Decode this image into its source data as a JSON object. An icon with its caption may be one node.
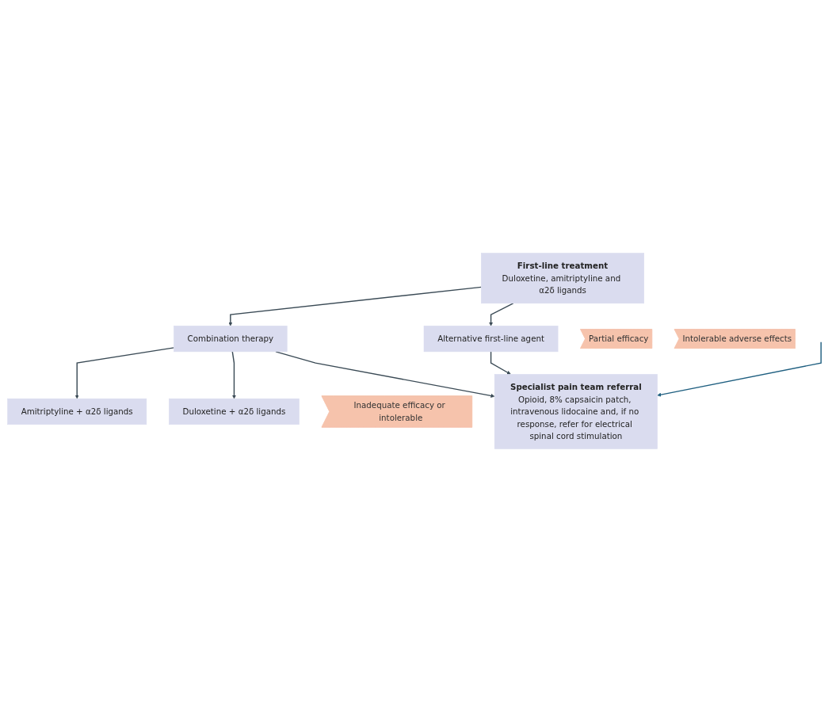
{
  "diagram": {
    "nodes": [
      {
        "text": [
          "First-line treatment",
          "Duloxetine, amitriptyline and α2δ ligands"
        ]
      },
      {
        "text": [
          "Partial efficacy"
        ]
      },
      {
        "text": [
          "Intolerable adverse effects"
        ]
      },
      {
        "text": [
          "Amitriptyline + α2δ ligands"
        ]
      },
      {
        "text": [
          "Combination therapy"
        ]
      },
      {
        "text": [
          "Alternative first-line agent"
        ]
      },
      {
        "text": [
          "Duloxetine + α2δ ligands"
        ]
      },
      {
        "text": [
          "Inadequate efficacy or intolerable"
        ]
      },
      {
        "text": [
          "Specialist pain team referral",
          "Opioid, 8% capsaicin patch, intravenous lidocaine and, if no response, refer for electrical spinal cord stimulation"
        ]
      }
    ],
    "edges": [
      {
        "from": 0,
        "to": 4,
        "arrow": "to"
      },
      {
        "from": 0,
        "to": 5,
        "arrow": "to"
      },
      {
        "from": 4,
        "to": 3,
        "arrow": "to"
      },
      {
        "from": 4,
        "to": 6,
        "arrow": "to"
      },
      {
        "from": 4,
        "to": 8,
        "arrow": "to"
      },
      {
        "from": 5,
        "to": 8,
        "arrow": "to"
      },
      {
        "from": null,
        "to": 8,
        "arrow": "to",
        "color": "#1f5f80"
      }
    ]
  }
}
